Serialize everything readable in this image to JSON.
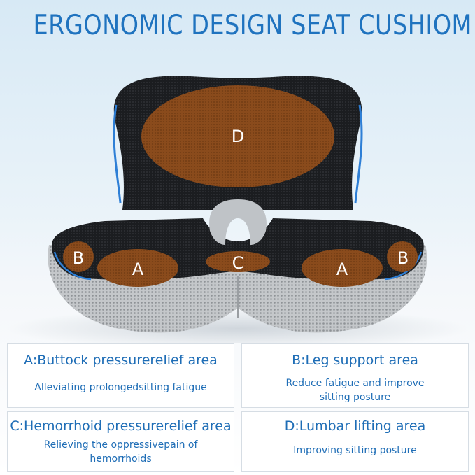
{
  "title": "ERGONOMIC DESIGN SEAT CUSHIOM",
  "zones": {
    "a_left": "A",
    "a_right": "A",
    "b_left": "B",
    "b_right": "B",
    "c": "C",
    "d": "D"
  },
  "panels": [
    {
      "heading": "A:Buttock pressurerelief area",
      "description": "Alleviating prolongedsitting fatigue"
    },
    {
      "heading": "B:Leg support area",
      "description": "Reduce fatigue and improve sitting posture"
    },
    {
      "heading": "C:Hemorrhoid pressurerelief area",
      "description": "Relieving the oppressivepain of hemorrhoids"
    },
    {
      "heading": "D:Lumbar lifting area",
      "description": "Improving sitting posture"
    }
  ],
  "colors": {
    "title": "#1f73bf",
    "zone_fill": "#8a4b1c",
    "mesh_black": "#1b1d20",
    "mesh_grey": "#b9bcbf",
    "accent_blue": "#1e6db6"
  }
}
